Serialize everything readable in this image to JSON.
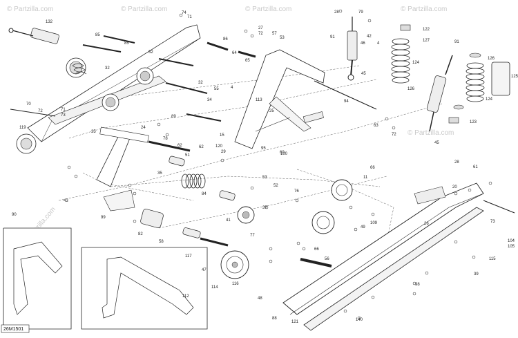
{
  "watermark": "© Partzilla.com",
  "diagram_code": "26M1501",
  "callouts": [
    {
      "id": "c-132",
      "label": "132"
    },
    {
      "id": "c-74a",
      "label": "74"
    },
    {
      "id": "c-71a",
      "label": "71"
    },
    {
      "id": "c-85a",
      "label": "85"
    },
    {
      "id": "c-85b",
      "label": "85"
    },
    {
      "id": "c-32a",
      "label": "32"
    },
    {
      "id": "c-32b",
      "label": "32"
    },
    {
      "id": "c-32c",
      "label": "32"
    },
    {
      "id": "c-86",
      "label": "86"
    },
    {
      "id": "c-27a",
      "label": "27"
    },
    {
      "id": "c-72a",
      "label": "72"
    },
    {
      "id": "c-57",
      "label": "57"
    },
    {
      "id": "c-53a",
      "label": "53"
    },
    {
      "id": "c-64",
      "label": "64"
    },
    {
      "id": "c-65",
      "label": "65"
    },
    {
      "id": "c-28",
      "label": "28"
    },
    {
      "id": "c-79",
      "label": "79"
    },
    {
      "id": "c-42",
      "label": "42"
    },
    {
      "id": "c-91a",
      "label": "91"
    },
    {
      "id": "c-46",
      "label": "46"
    },
    {
      "id": "c-4a",
      "label": "4"
    },
    {
      "id": "c-122",
      "label": "122"
    },
    {
      "id": "c-127",
      "label": "127"
    },
    {
      "id": "c-91b",
      "label": "91"
    },
    {
      "id": "c-126a",
      "label": "126"
    },
    {
      "id": "c-124a",
      "label": "124"
    },
    {
      "id": "c-125",
      "label": "125"
    },
    {
      "id": "c-45a",
      "label": "45"
    },
    {
      "id": "c-126b",
      "label": "126"
    },
    {
      "id": "c-124b",
      "label": "124"
    },
    {
      "id": "c-123",
      "label": "123"
    },
    {
      "id": "c-45b",
      "label": "45"
    },
    {
      "id": "c-70",
      "label": "70"
    },
    {
      "id": "c-72b",
      "label": "72"
    },
    {
      "id": "c-71b",
      "label": "71"
    },
    {
      "id": "c-73a",
      "label": "73"
    },
    {
      "id": "c-119",
      "label": "119"
    },
    {
      "id": "c-34",
      "label": "34"
    },
    {
      "id": "c-55",
      "label": "55"
    },
    {
      "id": "c-4b",
      "label": "4"
    },
    {
      "id": "c-113",
      "label": "113"
    },
    {
      "id": "c-25",
      "label": "25"
    },
    {
      "id": "c-94",
      "label": "94"
    },
    {
      "id": "c-63",
      "label": "63"
    },
    {
      "id": "c-72c",
      "label": "72"
    },
    {
      "id": "c-15",
      "label": "15"
    },
    {
      "id": "c-120",
      "label": "120"
    },
    {
      "id": "c-29",
      "label": "29"
    },
    {
      "id": "c-60",
      "label": "60"
    },
    {
      "id": "c-62a",
      "label": "62"
    },
    {
      "id": "c-62b",
      "label": "62"
    },
    {
      "id": "c-51",
      "label": "51"
    },
    {
      "id": "c-78",
      "label": "78"
    },
    {
      "id": "c-89",
      "label": "89"
    },
    {
      "id": "c-24a",
      "label": "24"
    },
    {
      "id": "c-35a",
      "label": "35"
    },
    {
      "id": "c-35b",
      "label": "35"
    },
    {
      "id": "c-84",
      "label": "84"
    },
    {
      "id": "c-41",
      "label": "41"
    },
    {
      "id": "c-53b",
      "label": "53"
    },
    {
      "id": "c-52",
      "label": "52"
    },
    {
      "id": "c-76",
      "label": "76"
    },
    {
      "id": "c-66a",
      "label": "66"
    },
    {
      "id": "c-66b",
      "label": "66"
    },
    {
      "id": "c-11",
      "label": "11"
    },
    {
      "id": "c-77",
      "label": "77"
    },
    {
      "id": "c-109",
      "label": "109"
    },
    {
      "id": "c-49",
      "label": "49"
    },
    {
      "id": "c-28b",
      "label": "28"
    },
    {
      "id": "c-20",
      "label": "20"
    },
    {
      "id": "c-61",
      "label": "61"
    },
    {
      "id": "c-73b",
      "label": "73"
    },
    {
      "id": "c-104",
      "label": "104"
    },
    {
      "id": "c-105",
      "label": "105"
    },
    {
      "id": "c-115",
      "label": "115"
    },
    {
      "id": "c-39",
      "label": "39"
    },
    {
      "id": "c-43",
      "label": "43"
    },
    {
      "id": "c-99",
      "label": "99"
    },
    {
      "id": "c-82",
      "label": "82"
    },
    {
      "id": "c-58",
      "label": "58"
    },
    {
      "id": "c-117",
      "label": "117"
    },
    {
      "id": "c-47",
      "label": "47"
    },
    {
      "id": "c-114",
      "label": "114"
    },
    {
      "id": "c-116",
      "label": "116"
    },
    {
      "id": "c-48",
      "label": "48"
    },
    {
      "id": "c-56",
      "label": "56"
    },
    {
      "id": "c-88",
      "label": "88"
    },
    {
      "id": "c-121",
      "label": "121"
    },
    {
      "id": "c-140",
      "label": "140"
    },
    {
      "id": "c-98",
      "label": "98"
    },
    {
      "id": "c-90",
      "label": "90"
    },
    {
      "id": "c-112",
      "label": "112"
    },
    {
      "id": "c-100",
      "label": "100"
    },
    {
      "id": "c-95",
      "label": "95"
    },
    {
      "id": "c-37",
      "label": "37"
    },
    {
      "id": "c-26",
      "label": "26"
    }
  ]
}
